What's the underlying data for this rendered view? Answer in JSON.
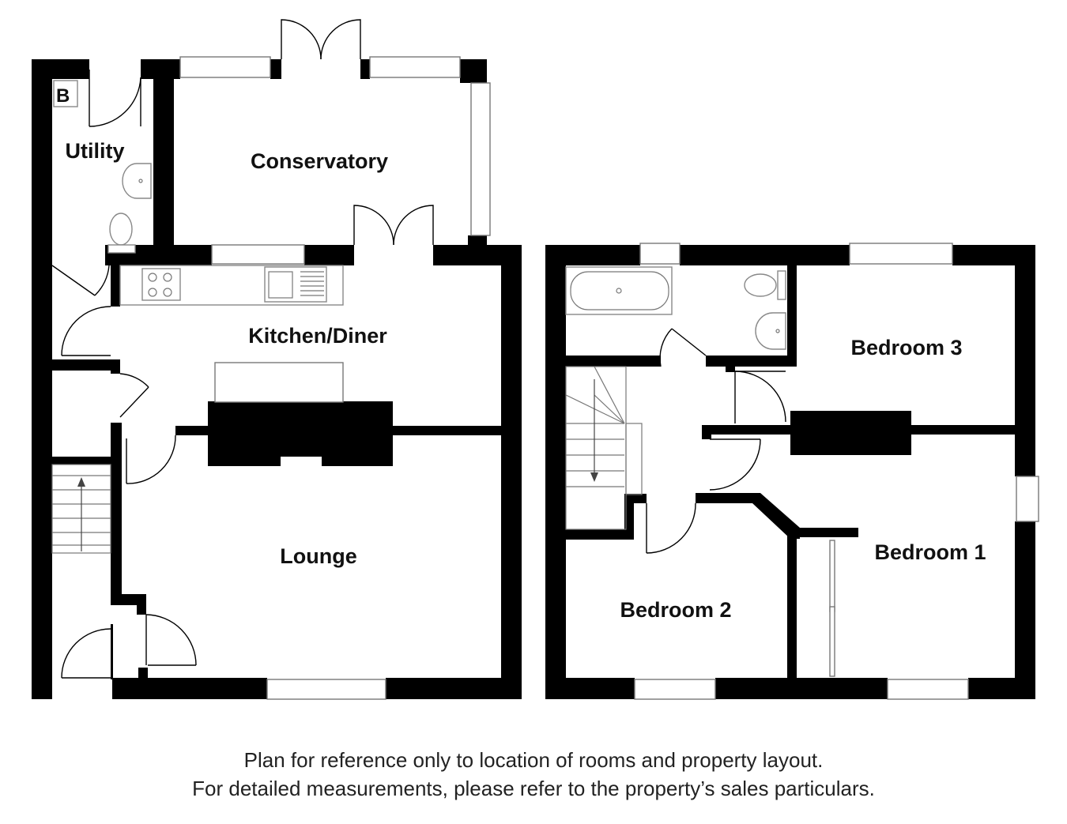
{
  "ground_floor": {
    "rooms": {
      "utility": "Utility",
      "conservatory": "Conservatory",
      "kitchen": "Kitchen/Diner",
      "lounge": "Lounge"
    },
    "boiler_marker": "B"
  },
  "first_floor": {
    "rooms": {
      "bedroom3": "Bedroom 3",
      "bedroom1": "Bedroom 1",
      "bedroom2": "Bedroom 2"
    }
  },
  "disclaimer": {
    "line1": "Plan for reference only to location of rooms and property layout.",
    "line2": "For detailed measurements, please refer to the property’s sales particulars."
  }
}
